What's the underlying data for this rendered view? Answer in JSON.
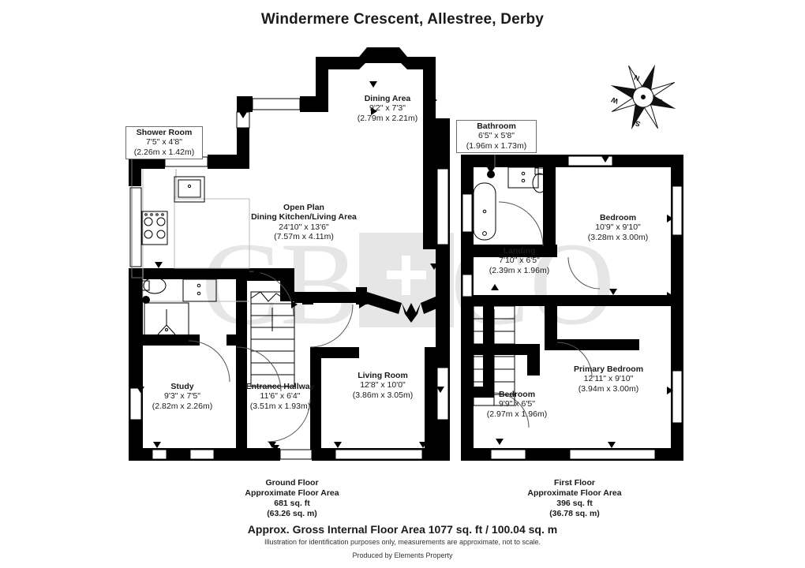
{
  "title": "Windermere Crescent, Allestree, Derby",
  "watermark": {
    "left_text": "CB",
    "right_text": "CO",
    "plus": "+",
    "color": "#e3e3e3"
  },
  "compass": {
    "name": "compass-rose",
    "north": "N",
    "east": "E",
    "south": "S",
    "west": "W"
  },
  "rooms": [
    {
      "key": "shower_room",
      "name": "Shower Room",
      "imperial": "7'5\" x 4'8\"",
      "metric": "(2.26m x 1.42m)",
      "boxed": true
    },
    {
      "key": "dining_area",
      "name": "Dining Area",
      "imperial": "9'2\" x 7'3\"",
      "metric": "(2.79m x 2.21m)",
      "boxed": false
    },
    {
      "key": "open_plan",
      "name": "Open Plan",
      "name2": "Dining Kitchen/Living Area",
      "imperial": "24'10\" x 13'6\"",
      "metric": "(7.57m x 4.11m)",
      "boxed": false
    },
    {
      "key": "study",
      "name": "Study",
      "imperial": "9'3\" x 7'5\"",
      "metric": "(2.82m x 2.26m)",
      "boxed": false
    },
    {
      "key": "entrance_hallway",
      "name": "Entrance Hallway",
      "imperial": "11'6\" x 6'4\"",
      "metric": "(3.51m x 1.93m)",
      "boxed": false
    },
    {
      "key": "living_room",
      "name": "Living Room",
      "imperial": "12'8\" x 10'0\"",
      "metric": "(3.86m x 3.05m)",
      "boxed": false
    },
    {
      "key": "bathroom",
      "name": "Bathroom",
      "imperial": "6'5\" x 5'8\"",
      "metric": "(1.96m x 1.73m)",
      "boxed": true
    },
    {
      "key": "landing",
      "name": "Landing",
      "imperial": "7'10\" x 6'5\"",
      "metric": "(2.39m x 1.96m)",
      "boxed": false
    },
    {
      "key": "bedroom_2",
      "name": "Bedroom",
      "imperial": "10'9\" x 9'10\"",
      "metric": "(3.28m x 3.00m)",
      "boxed": false
    },
    {
      "key": "primary_bedroom",
      "name": "Primary Bedroom",
      "imperial": "12'11\" x 9'10\"",
      "metric": "(3.94m x 3.00m)",
      "boxed": false
    },
    {
      "key": "bedroom_3",
      "name": "Bedroom",
      "imperial": "9'9\" x 6'5\"",
      "metric": "(2.97m x 1.96m)",
      "boxed": false
    }
  ],
  "floors": [
    {
      "key": "ground",
      "line1": "Ground Floor",
      "line2": "Approximate Floor Area",
      "line3": "681 sq. ft",
      "line4": "(63.26 sq. m)"
    },
    {
      "key": "first",
      "line1": "First Floor",
      "line2": "Approximate Floor Area",
      "line3": "396 sq. ft",
      "line4": "(36.78 sq. m)"
    }
  ],
  "footer": {
    "gross": "Approx. Gross Internal Floor Area 1077 sq. ft / 100.04 sq. m",
    "disclaimer": "Illustration for identification purposes only, measurements are approximate, not to scale.",
    "producer": "Produced by Elements Property"
  }
}
